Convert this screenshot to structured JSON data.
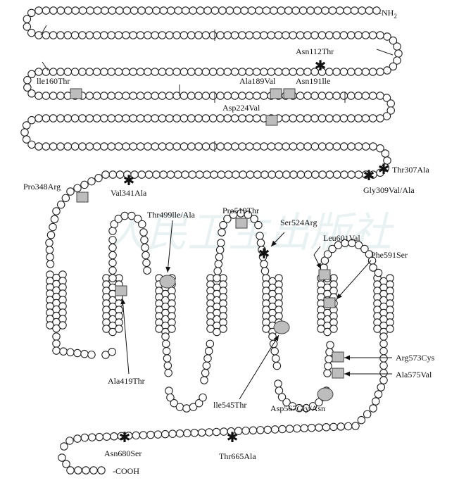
{
  "terminals": {
    "n": "-NH",
    "n_sub": "2",
    "c": "-COOH"
  },
  "mutations": {
    "asn112thr": "Asn112Thr",
    "ile160thr": "lle160Thr",
    "ala189val": "Ala189Val",
    "asn191ile": "Asn191lle",
    "asp224val": "Asp224Val",
    "thr307ala": "Thr307Ala",
    "gly309valala": "Gly309Val/Ala",
    "pro348arg": "Pro348Arg",
    "val341ala": "Val341Ala",
    "thr499ileala": "Thr499lle/Ala",
    "pro519thr": "Pro519Thr",
    "ser524arg": "Ser524Arg",
    "leu601val": "Leu601Val",
    "phe591ser": "Phe591Ser",
    "ala419thr": "Ala419Thr",
    "ile545thr": "lle545Thr",
    "asp567glyasn": "Asp567Gly/Asn",
    "arg573cys": "Arg573Cys",
    "ala575val": "Ala575Val",
    "asn680ser": "Asn680Ser",
    "thr665ala": "Thr665Ala"
  },
  "watermark": "人民卫生出版社"
}
